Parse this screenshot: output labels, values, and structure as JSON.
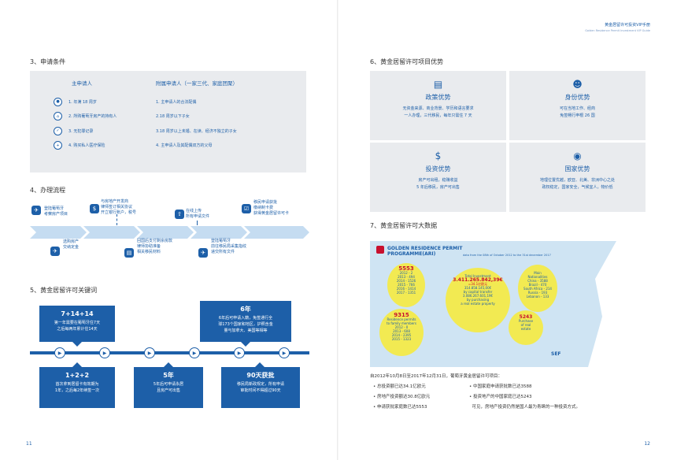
{
  "left_page": {
    "conditions": {
      "title": "3、申请条件",
      "main_applicant": {
        "heading": "主申请人",
        "items": [
          {
            "icon": "person-icon",
            "text": "1. 年满 18 周岁"
          },
          {
            "icon": "house-icon",
            "text": "2. 所购葡萄牙房产的持有人"
          },
          {
            "icon": "check-icon",
            "text": "3. 无犯罪记录"
          },
          {
            "icon": "insurance-icon",
            "text": "4. 购买私人医疗保险"
          }
        ]
      },
      "dependents": {
        "heading": "附属申请人（一家三代、家庭团聚）",
        "items": [
          "1. 主申请人的合法配偶",
          "2.18 周岁以下子女",
          "3.18 周岁以上未婚、在读、经济不独立的子女",
          "4. 主申请人及其配偶双方的父母"
        ]
      }
    },
    "process": {
      "title": "4、办理流程",
      "top_steps": [
        "登陆葡萄牙\n考察房产项目",
        "与房地产开发商\n律师签订相关协议\n开立银行账户，税号",
        "在线上传\n所有申请文件",
        "移民申请获批\n缴纳制卡费\n获得黄金居留许可卡"
      ],
      "bottom_steps": [
        "选购房产\n交纳定金",
        "回国后支付剩余房款\n律师协助准备\n相关移民材料",
        "登陆葡萄牙\n前往移民局采集指纹\n递交所有文件"
      ]
    },
    "keywords": {
      "title": "5、黄金居留许可关键词",
      "boxes": [
        {
          "title": "7+14+14",
          "desc": "第一年需要在葡萄牙住7天\n之后每两年累计住14天"
        },
        {
          "title": "6年",
          "desc": "6年后可申请入籍，免签通行全\n球173个国家和地区，护照含金\n量与加拿大、美国等相等"
        },
        {
          "title": "1+2+2",
          "desc": "首次拿到居留卡有效期为\n1年，之后每2年续签一次"
        },
        {
          "title": "5年",
          "desc": "5年后可申请永居\n且房产可出售"
        },
        {
          "title": "90天获批",
          "desc": "移民局新政规定，所有申请\n审批时间不得超过90天"
        }
      ]
    },
    "page_number": "11"
  },
  "right_page": {
    "header": {
      "title": "黄金居留许可投资VIP手册",
      "subtitle": "Golden Residence Permit Investment VIP Guide"
    },
    "advantages": {
      "title": "6、黄金居留许可项目优势",
      "cards": [
        {
          "icon": "document-icon",
          "title": "政策优势",
          "lines": [
            "无资金来源、商业背景、学历和语言要求",
            "一人办理，三代移民，每年只需住 7 天"
          ]
        },
        {
          "icon": "family-icon",
          "title": "身份优势",
          "lines": [
            "可在当地工作、经商",
            "免签畅行申根 26 国"
          ]
        },
        {
          "icon": "money-bag-icon",
          "title": "投资优势",
          "lines": [
            "房产可出租，稳赚收益",
            "5 年后移民，房产可出售"
          ]
        },
        {
          "icon": "globe-icon",
          "title": "国家优势",
          "lines": [
            "地理位置优越，欧亚、北美、非洲中心之处",
            "政权稳定，国家安全，气候宜人，物价低"
          ]
        }
      ]
    },
    "data": {
      "title": "7、黄金居留许可大数据",
      "infographic": {
        "heading1": "GOLDEN RESIDENCE PERMIT",
        "heading2": "PROGRAMME(ARI)",
        "period": "data from the 08th of October 2012 to the 31st december 2017",
        "b1_num": "5553",
        "b1_lines": "2012 - 2\n2013 - 494\n2014 - 1526\n2015 - 766\n2016 - 1414\n2017 - 1351",
        "b2_label": "Total Investment",
        "b2_num": "3.411.265.842,39€",
        "b2_sub": "=34.1亿欧元",
        "b2_lines": "314.858.145,00€\nby capital transfer\n3.086.267.601,19€\nby purchasing\na real estate property",
        "b3_num": "9315",
        "b3_lines": "Residence permits\nto family members\n2012 - 0\n2013 - 608\n2014 - 2395\n2015 - 1323",
        "b4_head": "Main\nNationalities",
        "b4_lines": "China - 3588\nBrazil - 470\nSouth Africa - 214\nRussia - 193\nLebanon - 133",
        "b5_num": "5243",
        "b5_lines": "Purchase\nof real\nestate",
        "logo_right": "SEF"
      },
      "intro": "自2012年10月8日至2017年12月31日，葡萄牙黄金居留许可项目：",
      "bullets_left": [
        "总投资额已达34.1亿欧元",
        "房地产投资额达30.8亿欧元",
        "申请获批家庭数已达5553"
      ],
      "bullets_right": [
        "中国家庭申请获批数已达3588",
        "投资地产的中国家庭已达5243",
        "可见，房地产投资仍然是国人最为青睐的一种投资方式。"
      ]
    },
    "page_number": "12"
  }
}
